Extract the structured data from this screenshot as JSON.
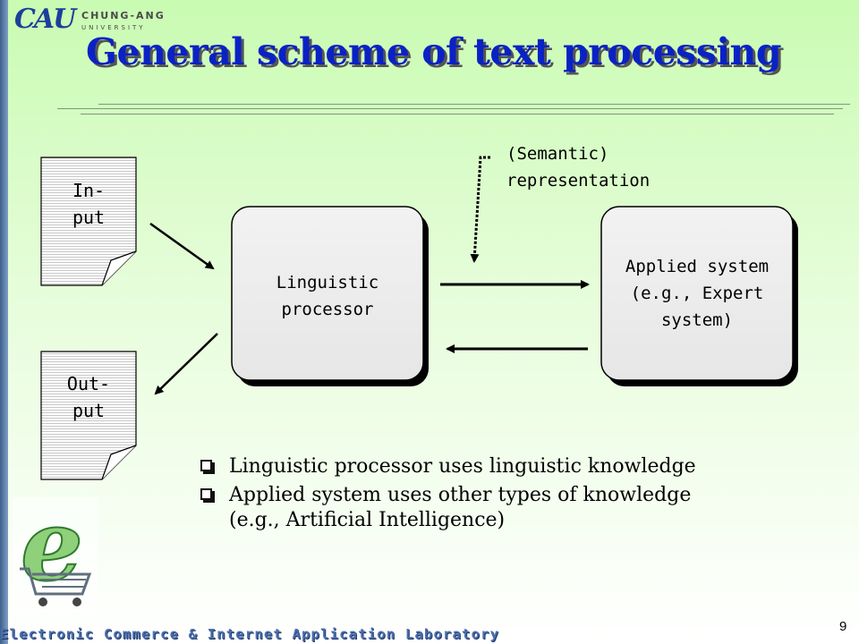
{
  "logo": {
    "mark": "CAU",
    "name": "CHUNG-ANG",
    "sub": "UNIVERSITY"
  },
  "title": "General scheme of text processing",
  "diagram": {
    "input_doc": [
      "In-",
      "put"
    ],
    "output_doc": [
      "Out-",
      "put"
    ],
    "processor": [
      "Linguistic",
      "processor"
    ],
    "applied": [
      "Applied system",
      "(e.g., Expert",
      "system)"
    ],
    "representation": [
      "(Semantic)",
      "representation"
    ]
  },
  "bullets": [
    {
      "lines": [
        "Linguistic processor uses linguistic knowledge"
      ]
    },
    {
      "lines": [
        "Applied system uses other types of knowledge",
        "(e.g., Artificial Intelligence)"
      ]
    }
  ],
  "footer": "Electronic Commerce & Internet Application Laboratory",
  "page_number": "9",
  "icons": [
    "page-fold-icon",
    "checkbox-bullet-icon",
    "e-commerce-cart-icon"
  ],
  "colors": {
    "title": "#0a22c4",
    "background_top": "#c9fbb2",
    "footer_text": "#4a6fae"
  }
}
